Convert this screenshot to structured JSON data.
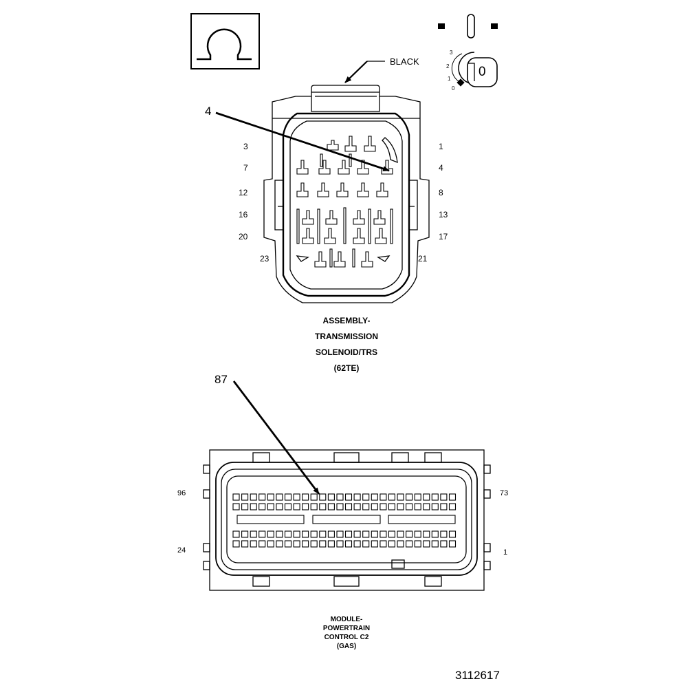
{
  "connector1": {
    "color_label": "BLACK",
    "callout_pin": "4",
    "pins_left": [
      "3",
      "7",
      "12",
      "16",
      "20",
      "23"
    ],
    "pins_right": [
      "1",
      "4",
      "8",
      "13",
      "17",
      "21"
    ],
    "caption": [
      "ASSEMBLY-",
      "TRANSMISSION",
      "SOLENOID/TRS",
      "(62TE)"
    ]
  },
  "ignition_switch": {
    "positions": [
      "3",
      "2",
      "1",
      "0"
    ],
    "key_label": "0"
  },
  "connector2": {
    "callout_pin": "87",
    "pin_top_left": "96",
    "pin_top_right": "73",
    "pin_bottom_left": "24",
    "pin_bottom_right": "1",
    "caption": [
      "MODULE-",
      "POWERTRAIN",
      "CONTROL C2",
      "(GAS)"
    ]
  },
  "figure_number": "3112617",
  "icons": {
    "omega": "ohm-symbol-icon",
    "ignition": "ignition-key-icon"
  }
}
